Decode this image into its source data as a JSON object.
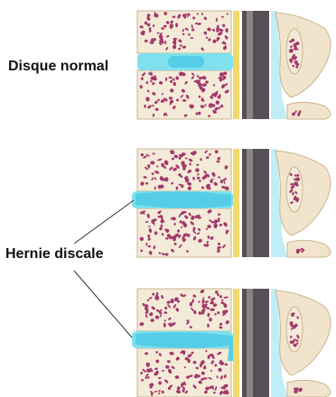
{
  "labels": {
    "normal": "Disque normal",
    "hernia": "Hernie discale"
  },
  "colors": {
    "bone_fill": "#f4ead8",
    "bone_outline": "#c9b58f",
    "marrow_spots": "#a3386b",
    "disc": "#7fe0ee",
    "disc_nucleus": "#55cde6",
    "spinal_cord_dark": "#565056",
    "spinal_cord_light": "#8c8388",
    "ligament_yellow": "#f1d86a",
    "csf_blue": "#bfeef6",
    "posterior_bone": "#f2e4cc",
    "pointer_line": "#333333"
  },
  "panels": [
    {
      "name": "normal-disc",
      "disc_state": "normal"
    },
    {
      "name": "bulging-disc",
      "disc_state": "bulging"
    },
    {
      "name": "herniated-disc",
      "disc_state": "herniated"
    }
  ]
}
